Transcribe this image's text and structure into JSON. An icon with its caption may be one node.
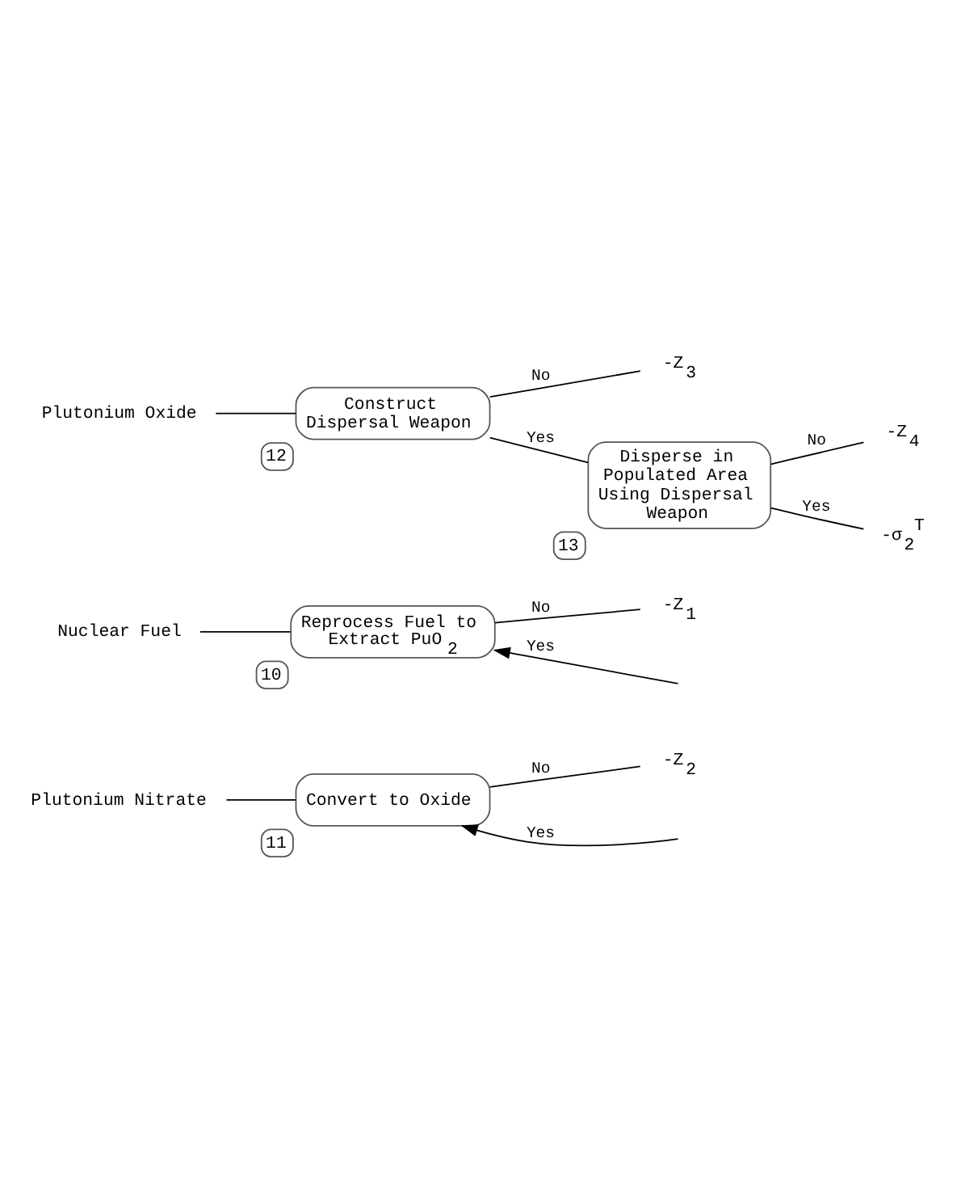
{
  "diagram": {
    "nodes": [
      {
        "text": [
          "Plutonium Oxide"
        ]
      },
      {
        "text": [
          "Construct Dispersal Weapon"
        ],
        "beside": [
          "12"
        ]
      },
      {
        "text": [
          "Disperse in Populated Area Using Dispersal Weapon"
        ],
        "beside": [
          "13"
        ]
      },
      {
        "text": [
          "-σ$_{2}$$^{T}$"
        ]
      },
      {
        "text": [
          "-Z$_{4}$"
        ]
      },
      {
        "text": [
          "-Z$_{3}$"
        ]
      },
      {
        "text": [
          "Nuclear Fuel"
        ]
      },
      {
        "text": [
          "Reprocess Fuel to Extract PuO$_{2}$"
        ],
        "beside": [
          "10"
        ]
      },
      {
        "text": [
          "-Z$_{1}$"
        ]
      },
      {
        "text": [
          "Plutonium Nitrate"
        ]
      },
      {
        "text": [
          "Convert to Oxide"
        ],
        "beside": [
          "11"
        ]
      },
      {
        "text": [
          "-Z$_{2}$"
        ]
      }
    ],
    "edges": [
      {
        "from": 0,
        "to": 1,
        "arrow": "none"
      },
      {
        "from": 1,
        "to": 2,
        "arrow": "none",
        "label": "Yes"
      },
      {
        "from": 2,
        "to": 3,
        "arrow": "none",
        "label": "Yes"
      },
      {
        "from": 2,
        "to": 4,
        "arrow": "none",
        "label": "No"
      },
      {
        "from": 1,
        "to": 5,
        "arrow": "none",
        "label": "No"
      },
      {
        "from": 6,
        "to": 7,
        "arrow": "none"
      },
      {
        "from": null,
        "to": 7,
        "arrow": "to",
        "label": "Yes"
      },
      {
        "from": 7,
        "to": 8,
        "arrow": "none",
        "label": "No"
      },
      {
        "from": 9,
        "to": 10,
        "arrow": "none"
      },
      {
        "from": null,
        "to": 10,
        "arrow": "to",
        "label": "Yes"
      },
      {
        "from": 10,
        "to": 11,
        "arrow": "none",
        "label": "No"
      }
    ]
  }
}
